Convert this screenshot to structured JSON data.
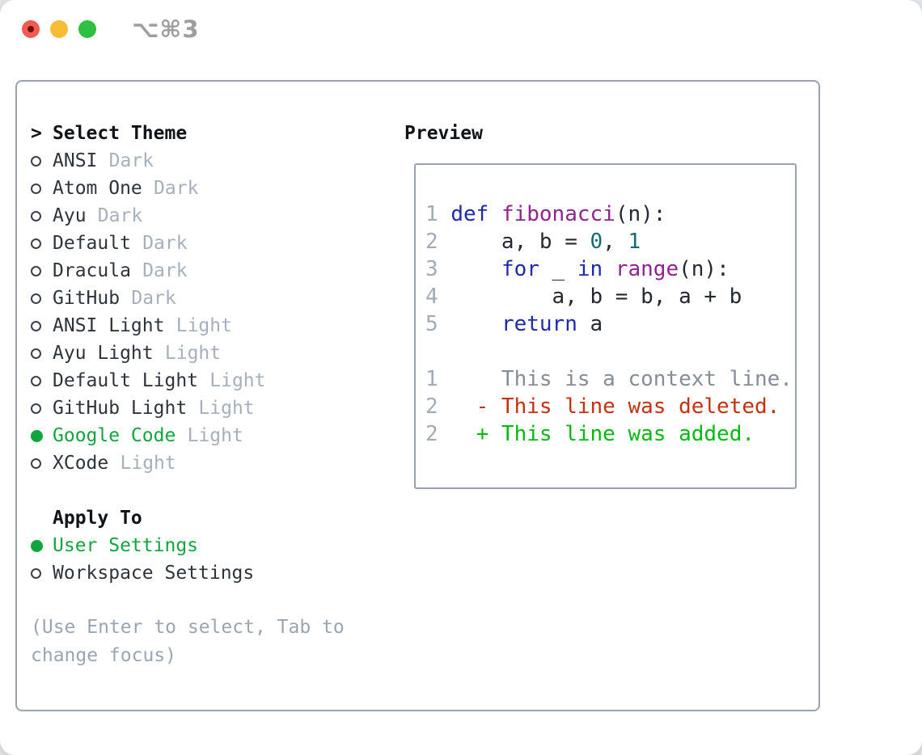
{
  "titlebar": {
    "shortcut": "⌥⌘3",
    "traffic_lights": [
      "close",
      "minimize",
      "zoom"
    ]
  },
  "theme_panel": {
    "title_prefix": ">",
    "title": "Select Theme",
    "themes": [
      {
        "name": "ANSI",
        "variant": "Dark",
        "selected": false
      },
      {
        "name": "Atom One",
        "variant": "Dark",
        "selected": false
      },
      {
        "name": "Ayu",
        "variant": "Dark",
        "selected": false
      },
      {
        "name": "Default",
        "variant": "Dark",
        "selected": false
      },
      {
        "name": "Dracula",
        "variant": "Dark",
        "selected": false
      },
      {
        "name": "GitHub",
        "variant": "Dark",
        "selected": false
      },
      {
        "name": "ANSI Light",
        "variant": "Light",
        "selected": false
      },
      {
        "name": "Ayu Light",
        "variant": "Light",
        "selected": false
      },
      {
        "name": "Default Light",
        "variant": "Light",
        "selected": false
      },
      {
        "name": "GitHub Light",
        "variant": "Light",
        "selected": false
      },
      {
        "name": "Google Code",
        "variant": "Light",
        "selected": true
      },
      {
        "name": "XCode",
        "variant": "Light",
        "selected": false
      }
    ],
    "apply_to": {
      "title": "Apply To",
      "options": [
        {
          "label": "User Settings",
          "selected": true
        },
        {
          "label": "Workspace Settings",
          "selected": false
        }
      ]
    },
    "help_text": "(Use Enter to select, Tab to change focus)"
  },
  "preview": {
    "title": "Preview",
    "lines": [
      [
        {
          "t": "1 ",
          "c": "ln"
        },
        {
          "t": "def",
          "c": "kw"
        },
        {
          "t": " ",
          "c": "pl"
        },
        {
          "t": "fibonacci",
          "c": "fn"
        },
        {
          "t": "(n):",
          "c": "pl"
        }
      ],
      [
        {
          "t": "2 ",
          "c": "ln"
        },
        {
          "t": "    a, b = ",
          "c": "pl"
        },
        {
          "t": "0",
          "c": "nm"
        },
        {
          "t": ", ",
          "c": "pl"
        },
        {
          "t": "1",
          "c": "nm"
        }
      ],
      [
        {
          "t": "3 ",
          "c": "ln"
        },
        {
          "t": "    ",
          "c": "pl"
        },
        {
          "t": "for",
          "c": "kw"
        },
        {
          "t": " _ ",
          "c": "pl"
        },
        {
          "t": "in",
          "c": "kw"
        },
        {
          "t": " ",
          "c": "pl"
        },
        {
          "t": "range",
          "c": "fn"
        },
        {
          "t": "(n):",
          "c": "pl"
        }
      ],
      [
        {
          "t": "4 ",
          "c": "ln"
        },
        {
          "t": "        a, b = b, a + b",
          "c": "pl"
        }
      ],
      [
        {
          "t": "5 ",
          "c": "ln"
        },
        {
          "t": "    ",
          "c": "pl"
        },
        {
          "t": "return",
          "c": "kw"
        },
        {
          "t": " a",
          "c": "pl"
        }
      ],
      [],
      [
        {
          "t": "1",
          "c": "ln"
        },
        {
          "t": "     This is a context line.",
          "c": "ctx"
        }
      ],
      [
        {
          "t": "2",
          "c": "ln"
        },
        {
          "t": "   ",
          "c": "pl"
        },
        {
          "t": "- This line was deleted.",
          "c": "del"
        }
      ],
      [
        {
          "t": "2",
          "c": "ln"
        },
        {
          "t": "   ",
          "c": "pl"
        },
        {
          "t": "+ This line was added.",
          "c": "add"
        }
      ]
    ]
  },
  "colors": {
    "selection_green": "#0fa63f",
    "diff_added_green": "#06b812",
    "diff_deleted_red": "#c5310e",
    "keyword_blue": "#1f28b0",
    "function_purple": "#8d2490",
    "number_teal": "#0e6b70",
    "muted_gray": "#a6b0bc",
    "border_gray": "#99a3ae",
    "traffic_red": "#f35b52",
    "traffic_yellow": "#f8bc37",
    "traffic_green": "#2dc043"
  }
}
